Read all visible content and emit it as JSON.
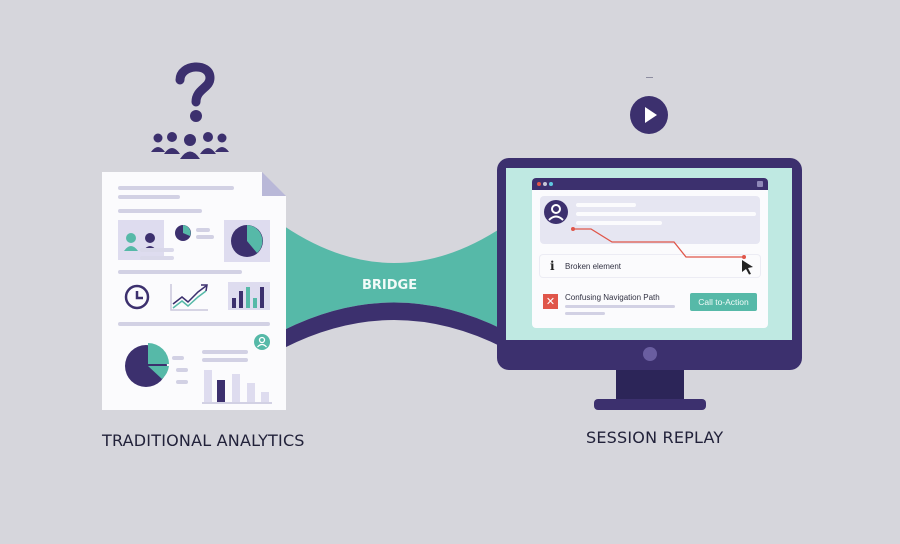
{
  "left_panel": {
    "label": "TRADITIONAL ANALYTICS",
    "question_glyph": "?",
    "icons": [
      "question-mark-icon",
      "people-group-icon",
      "user-group-icon",
      "pie-chart-icon",
      "clock-icon",
      "line-trend-icon",
      "bar-chart-icon",
      "user-circle-icon"
    ]
  },
  "bridge": {
    "label": "BRIDGE"
  },
  "right_panel": {
    "label": "SESSION REPLAY",
    "play_icon": "play-button-icon",
    "screen": {
      "info_glyph": "i",
      "broken_element_text": "Broken element",
      "error_glyph": "✕",
      "confusing_path_text": "Confusing Navigation Path",
      "cta_label": "Call to-Action"
    }
  },
  "colors": {
    "background": "#d6d6dc",
    "navy": "#3c306e",
    "teal": "#56b9a8",
    "red": "#e0564a",
    "screen_bg": "#bfe9e2"
  }
}
